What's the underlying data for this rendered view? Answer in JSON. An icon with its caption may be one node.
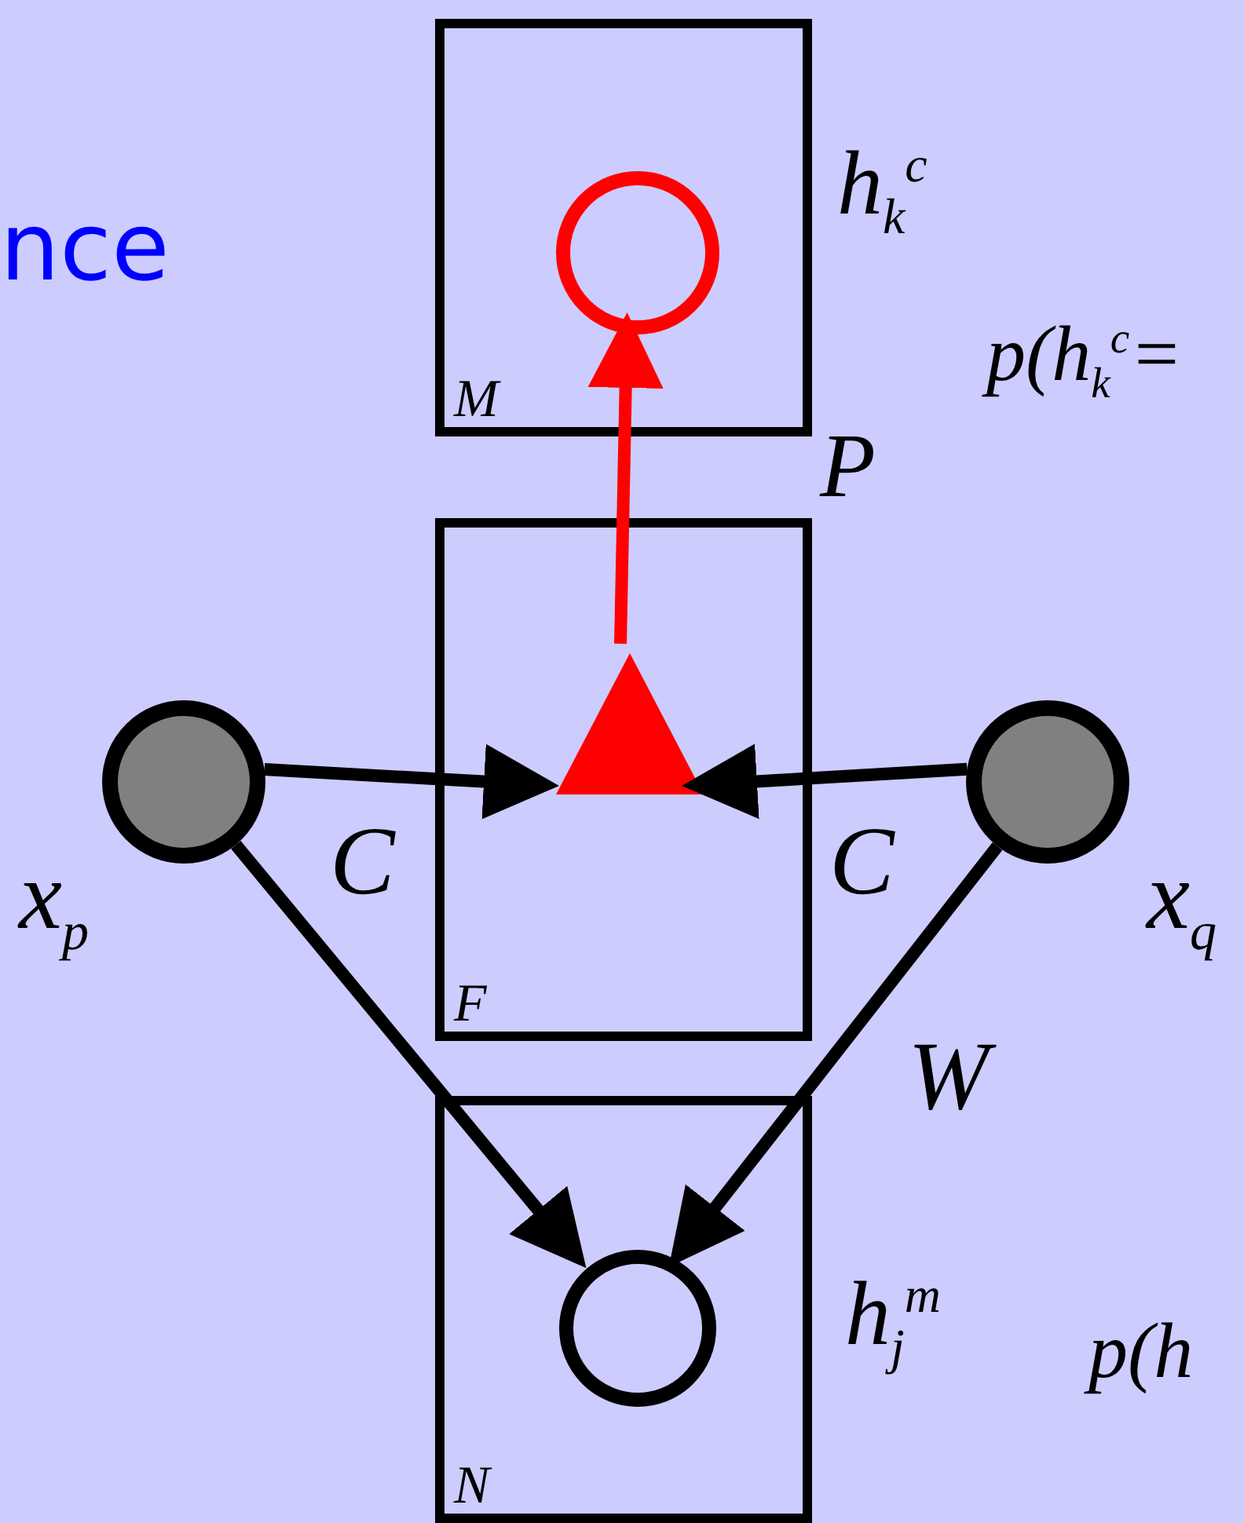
{
  "diagram": {
    "nodes": [
      {
        "text": [
          "M"
        ]
      },
      {
        "text": [],
        "shape": "circle",
        "in": 0
      },
      {
        "text": [
          "F"
        ]
      },
      {
        "text": [],
        "shape": "triangle",
        "in": 2
      },
      {
        "text": [],
        "shape": "circle",
        "beside": [
          "x$_{p}$"
        ]
      },
      {
        "text": [],
        "shape": "circle",
        "beside": [
          "x$_{q}$"
        ]
      },
      {
        "text": [
          "N"
        ]
      },
      {
        "text": [],
        "shape": "circle",
        "in": 6
      }
    ],
    "edges": [
      {
        "from": 3,
        "to": 1,
        "arrow": "to",
        "color": "#ff0000"
      },
      {
        "from": 4,
        "to": 3,
        "arrow": "to",
        "label": "C"
      },
      {
        "from": 5,
        "to": 3,
        "arrow": "to",
        "label": "C"
      },
      {
        "from": 4,
        "to": 7,
        "arrow": "to"
      },
      {
        "from": 5,
        "to": 7,
        "arrow": "to",
        "label": "W"
      }
    ],
    "labels": [
      "nce",
      "h$_{k}$$^{c}$",
      "p(h$_{k}$$^{c}$=",
      "P",
      "h$_{j}$$^{m}$",
      "p(h"
    ]
  }
}
